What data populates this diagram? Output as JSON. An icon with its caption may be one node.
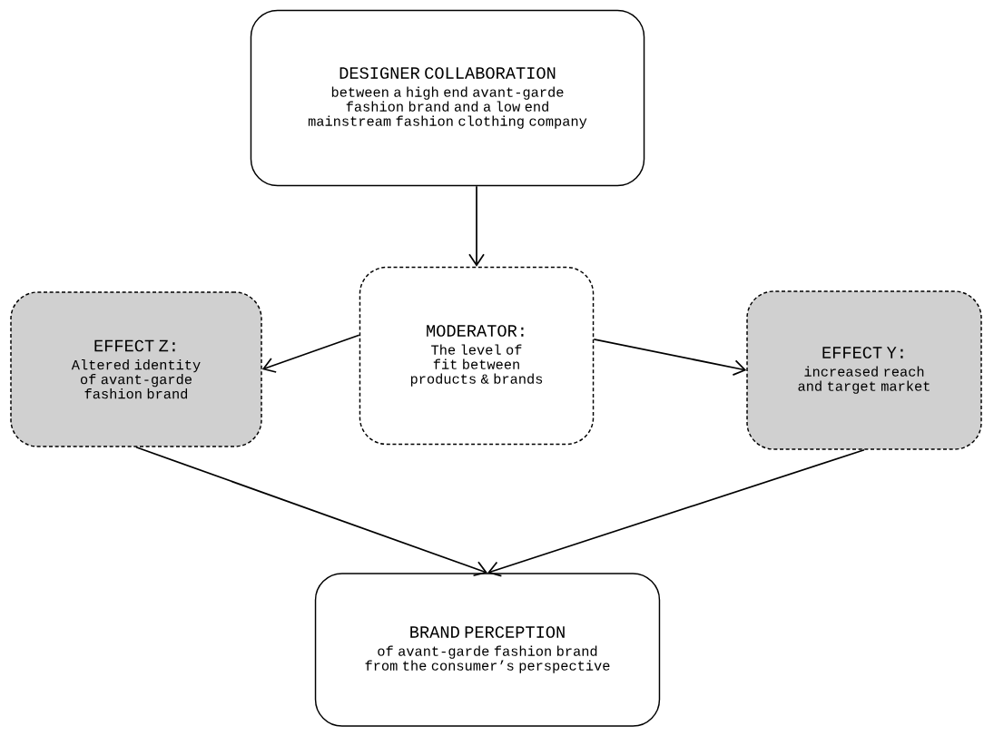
{
  "diagram": {
    "nodes": [
      {
        "text": [
          "DESIGNER COLLABORATION",
          "between a high end avant-garde fashion brand and a low end mainstream fashion clothing company"
        ]
      },
      {
        "text": [
          "MODERATOR:",
          "The level of fit between products & brands"
        ]
      },
      {
        "text": [
          "EFFECT Z:",
          "Altered identity of avant-garde fashion brand"
        ]
      },
      {
        "text": [
          "EFFECT Y:",
          "increased reach and target market"
        ]
      },
      {
        "text": [
          "BRAND PERCEPTION",
          "of avant-garde fashion brand from the consumer’s perspective"
        ]
      }
    ],
    "edges": [
      {
        "from": 0,
        "to": 1,
        "arrow": "to"
      },
      {
        "from": 1,
        "to": 2,
        "arrow": "to"
      },
      {
        "from": 1,
        "to": 3,
        "arrow": "to"
      },
      {
        "from": 2,
        "to": 4,
        "arrow": "to"
      },
      {
        "from": 3,
        "to": 4,
        "arrow": "to"
      }
    ]
  }
}
